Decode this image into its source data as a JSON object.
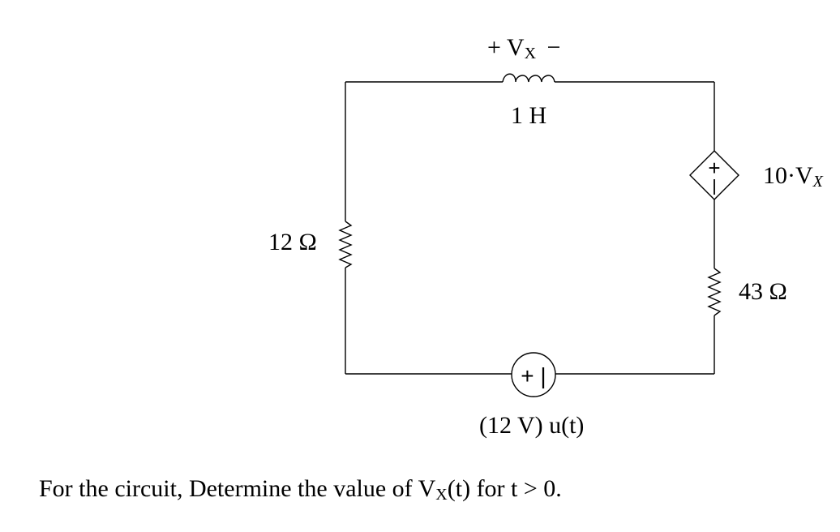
{
  "inductor": {
    "polarity_plus": "+",
    "voltage_symbol": "V",
    "voltage_subscript": "X",
    "polarity_minus": "−",
    "value": "1 H"
  },
  "dependent_source": {
    "plus_sign": "+",
    "minus_sign": "−",
    "label_prefix": "10·V",
    "label_subscript": "X"
  },
  "resistor_left": {
    "value": "12 Ω"
  },
  "resistor_right": {
    "value": "43 Ω"
  },
  "independent_source": {
    "symbol": "+ |",
    "label": "(12 V) u(t)"
  },
  "question": {
    "prefix": "For the circuit, Determine the value of V",
    "subscript": "X",
    "suffix": "(t) for t > 0."
  }
}
